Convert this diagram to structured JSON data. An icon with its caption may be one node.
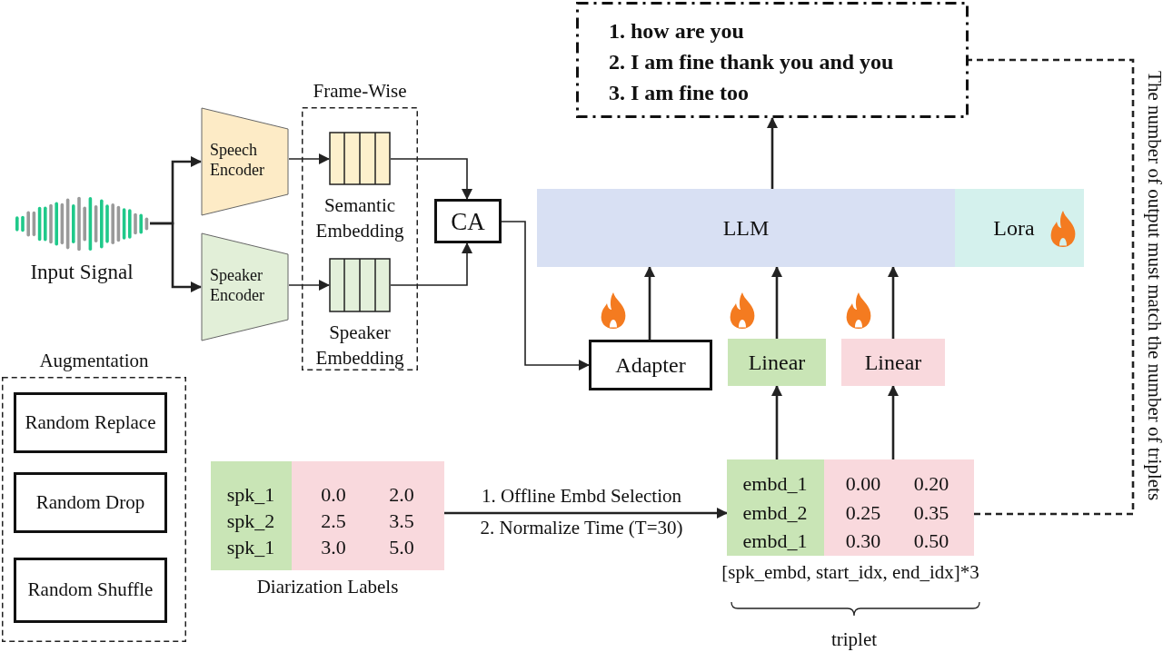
{
  "diagram": {
    "nodes": [
      {
        "text": [],
        "shape": "picture",
        "beside": [
          "Input Signal"
        ]
      },
      {
        "text": [
          "Speech Encoder"
        ]
      },
      {
        "text": [
          "Speaker Encoder"
        ]
      },
      {
        "text": [
          "Frame-Wise"
        ]
      },
      {
        "text": [],
        "shape": "box",
        "in": 3,
        "beside": [
          "Semantic Embedding"
        ]
      },
      {
        "text": [],
        "shape": "box",
        "in": 3,
        "beside": [
          "Speaker Embedding"
        ]
      },
      {
        "text": [
          "CA"
        ]
      },
      {
        "text": [
          "1. how are you",
          "2. I am fine thank you and you",
          "3. I am fine too"
        ]
      },
      {
        "text": [
          "LLM"
        ]
      },
      {
        "text": [
          "Lora"
        ]
      },
      {
        "text": [
          "Adapter"
        ]
      },
      {
        "text": [
          "Linear"
        ]
      },
      {
        "text": [
          "Linear"
        ]
      },
      {
        "text": [
          "Augmentation"
        ]
      },
      {
        "text": [
          "Random Replace"
        ],
        "in": 13
      },
      {
        "text": [
          "Random Drop"
        ],
        "in": 13
      },
      {
        "text": [
          "Random Shuffle"
        ],
        "in": 13
      },
      {
        "text": [
          "spk_1",
          "0.0",
          "2.0",
          "spk_2",
          "2.5",
          "3.5",
          "spk_1",
          "3.0",
          "5.0"
        ],
        "beside": [
          "Diarization Labels"
        ]
      },
      {
        "text": [
          "embd_1",
          "0.00",
          "0.20",
          "embd_2",
          "0.25",
          "0.35",
          "embd_1",
          "0.30",
          "0.50"
        ],
        "beside": [
          "[spk_embd, start_idx, end_idx]*3"
        ]
      }
    ],
    "edges": [
      {
        "from": 0,
        "to": 1,
        "arrow": "to"
      },
      {
        "from": 0,
        "to": 2,
        "arrow": "to"
      },
      {
        "from": 1,
        "to": 4,
        "arrow": "to"
      },
      {
        "from": 2,
        "to": 5,
        "arrow": "to"
      },
      {
        "from": 4,
        "to": 6,
        "arrow": "to"
      },
      {
        "from": 5,
        "to": 6,
        "arrow": "to"
      },
      {
        "from": 6,
        "to": 10,
        "arrow": "to"
      },
      {
        "from": 10,
        "to": 8,
        "arrow": "to"
      },
      {
        "from": 11,
        "to": 8,
        "arrow": "to"
      },
      {
        "from": 12,
        "to": 8,
        "arrow": "to"
      },
      {
        "from": 8,
        "to": 7,
        "arrow": "to"
      },
      {
        "from": 18,
        "to": 11,
        "arrow": "to"
      },
      {
        "from": 18,
        "to": 12,
        "arrow": "to"
      },
      {
        "from": 17,
        "to": 18,
        "arrow": "to",
        "label": "1. Offline Embd Selection"
      },
      {
        "from": 18,
        "to": 7,
        "arrow": "none",
        "style": "dashed",
        "label": "The number of output must match the number of triplets"
      }
    ],
    "labels": [
      "2. Normalize Time (T=30)",
      "triplet"
    ]
  }
}
